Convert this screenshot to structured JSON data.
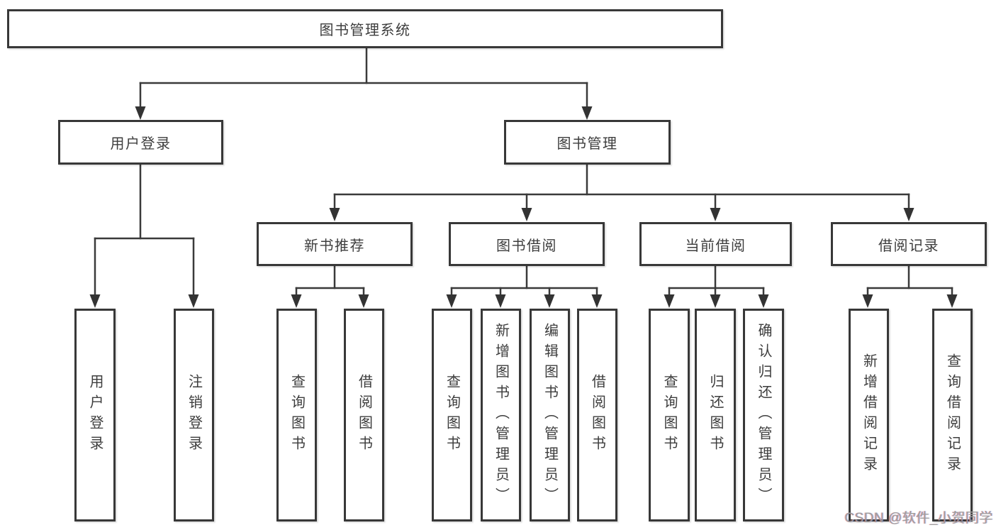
{
  "page": {
    "background": "#ffffff"
  },
  "diagram": {
    "type": "tree",
    "title": "图书管理系统",
    "line_color": "#3a3a3a",
    "arrow_color": "#333333",
    "text_color": "#3d3d3d",
    "nodes": [
      {
        "id": "root",
        "label": "图书管理系统",
        "level": 1,
        "parent": null
      },
      {
        "id": "user-login",
        "label": "用户登录",
        "level": 2,
        "parent": "root"
      },
      {
        "id": "book-management",
        "label": "图书管理",
        "level": 2,
        "parent": "root"
      },
      {
        "id": "new-book-recommend",
        "label": "新书推荐",
        "level": 3,
        "parent": "book-management"
      },
      {
        "id": "book-borrowing",
        "label": "图书借阅",
        "level": 3,
        "parent": "book-management"
      },
      {
        "id": "current-borrowing",
        "label": "当前借阅",
        "level": 3,
        "parent": "book-management"
      },
      {
        "id": "borrowing-records",
        "label": "借阅记录",
        "level": 3,
        "parent": "book-management"
      },
      {
        "id": "user-login-leaf",
        "label": "用户登录",
        "level": 4,
        "parent": "user-login"
      },
      {
        "id": "logout",
        "label": "注销登录",
        "level": 4,
        "parent": "user-login"
      },
      {
        "id": "query-books-recommend",
        "label": "查询图书",
        "level": 4,
        "parent": "new-book-recommend"
      },
      {
        "id": "borrow-books-recommend",
        "label": "借阅图书",
        "level": 4,
        "parent": "new-book-recommend"
      },
      {
        "id": "query-books-borrowing",
        "label": "查询图书",
        "level": 4,
        "parent": "book-borrowing"
      },
      {
        "id": "add-books-admin",
        "label": "新增图书（管理员）",
        "level": 4,
        "parent": "book-borrowing"
      },
      {
        "id": "edit-books-admin",
        "label": "编辑图书（管理员）",
        "level": 4,
        "parent": "book-borrowing"
      },
      {
        "id": "borrow-books-borrowing",
        "label": "借阅图书",
        "level": 4,
        "parent": "book-borrowing"
      },
      {
        "id": "query-books-current",
        "label": "查询图书",
        "level": 4,
        "parent": "current-borrowing"
      },
      {
        "id": "return-books",
        "label": "归还图书",
        "level": 4,
        "parent": "current-borrowing"
      },
      {
        "id": "confirm-return-admin",
        "label": "确认归还（管理员）",
        "level": 4,
        "parent": "current-borrowing"
      },
      {
        "id": "add-borrowing-record",
        "label": "新增借阅记录",
        "level": 4,
        "parent": "borrowing-records"
      },
      {
        "id": "query-borrowing-record",
        "label": "查询借阅记录",
        "level": 4,
        "parent": "borrowing-records"
      }
    ]
  },
  "watermark": {
    "text": "CSDN @软件_小贺同学",
    "color": "#9e9e9e"
  }
}
